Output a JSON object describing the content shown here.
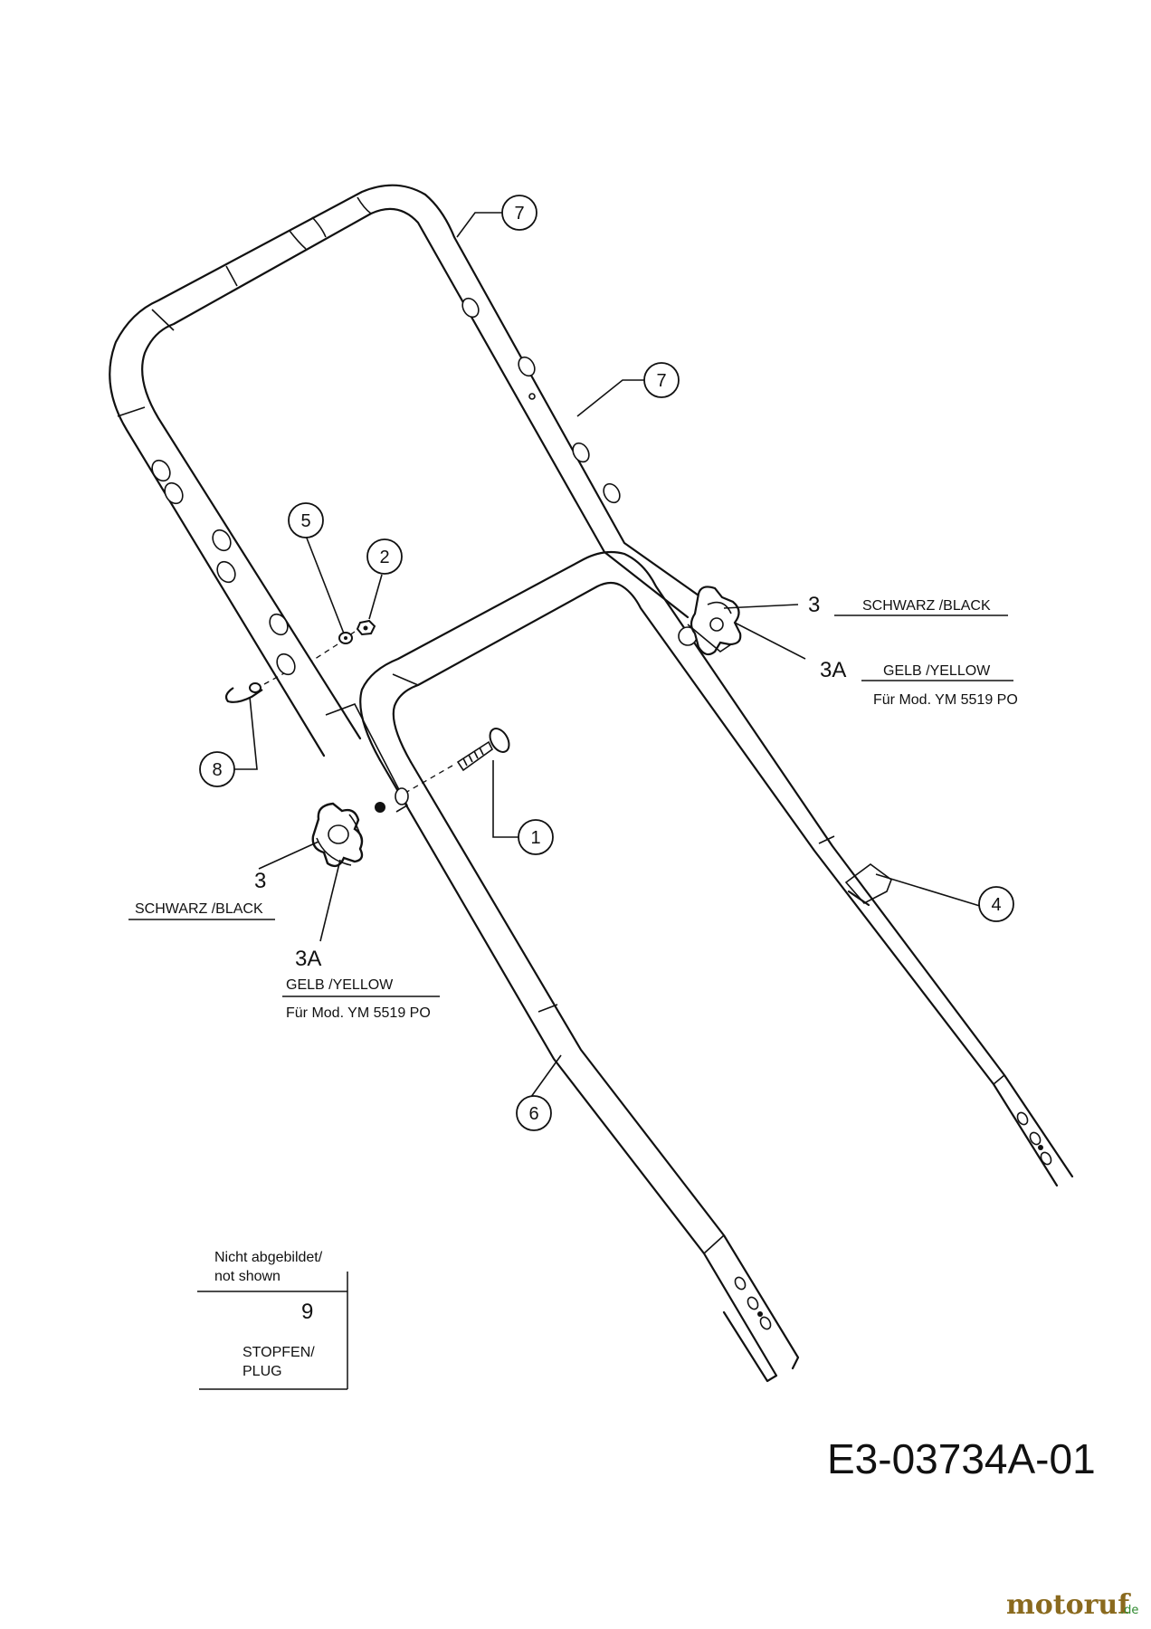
{
  "drawing_number": "E3-03734A-01",
  "callouts": {
    "c7a": "7",
    "c7b": "7",
    "c5": "5",
    "c2": "2",
    "c8": "8",
    "c1": "1",
    "c4": "4",
    "c6": "6"
  },
  "right_knob": {
    "num_3": "3",
    "color_3": "SCHWARZ /BLACK",
    "num_3a": "3A",
    "color_3a": "GELB /YELLOW",
    "model_note": "Für Mod. YM 5519 PO"
  },
  "left_knob": {
    "num_3": "3",
    "color_3": "SCHWARZ /BLACK",
    "num_3a": "3A",
    "color_3a": "GELB /YELLOW",
    "model_note": "Für Mod. YM 5519 PO"
  },
  "not_shown_box": {
    "header_line1": "Nicht abgebildet/",
    "header_line2": "not shown",
    "item_number": "9",
    "item_line1": "STOPFEN/",
    "item_line2": "PLUG"
  },
  "watermark": {
    "brand": "motoruf",
    "suffix": ".de",
    "brand_color": "#8a6a1e",
    "accent_color": "#2f8a2f"
  }
}
